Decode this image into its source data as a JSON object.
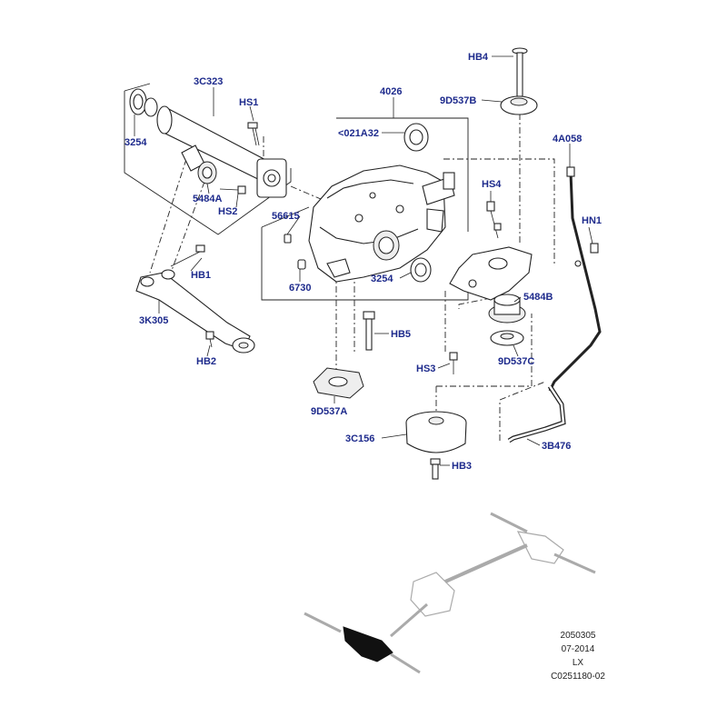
{
  "callouts": {
    "c3C323": "3C323",
    "cHS1": "HS1",
    "c3254a": "3254",
    "c5484A": "5484A",
    "cHS2": "HS2",
    "c4026": "4026",
    "c021A32": "<021A32",
    "c56615": "56615",
    "c6730": "6730",
    "c3254b": "3254",
    "cHB4": "HB4",
    "c9D537B": "9D537B",
    "cHS4": "HS4",
    "c4A058": "4A058",
    "cHN1": "HN1",
    "c5484B": "5484B",
    "c9D537C": "9D537C",
    "cHB1": "HB1",
    "c3K305": "3K305",
    "cHB2": "HB2",
    "cHB5": "HB5",
    "cHS3": "HS3",
    "c9D537A": "9D537A",
    "c3C156": "3C156",
    "cHB3": "HB3",
    "c3B476": "3B476"
  },
  "reference": {
    "line1": "2050305",
    "line2": "07-2014",
    "line3": "LX",
    "line4": "C0251180-02"
  },
  "colors": {
    "callout_text": "#1d2a8c",
    "line": "#222222",
    "panel": "#ffffff",
    "highlight_part": "#111111"
  }
}
